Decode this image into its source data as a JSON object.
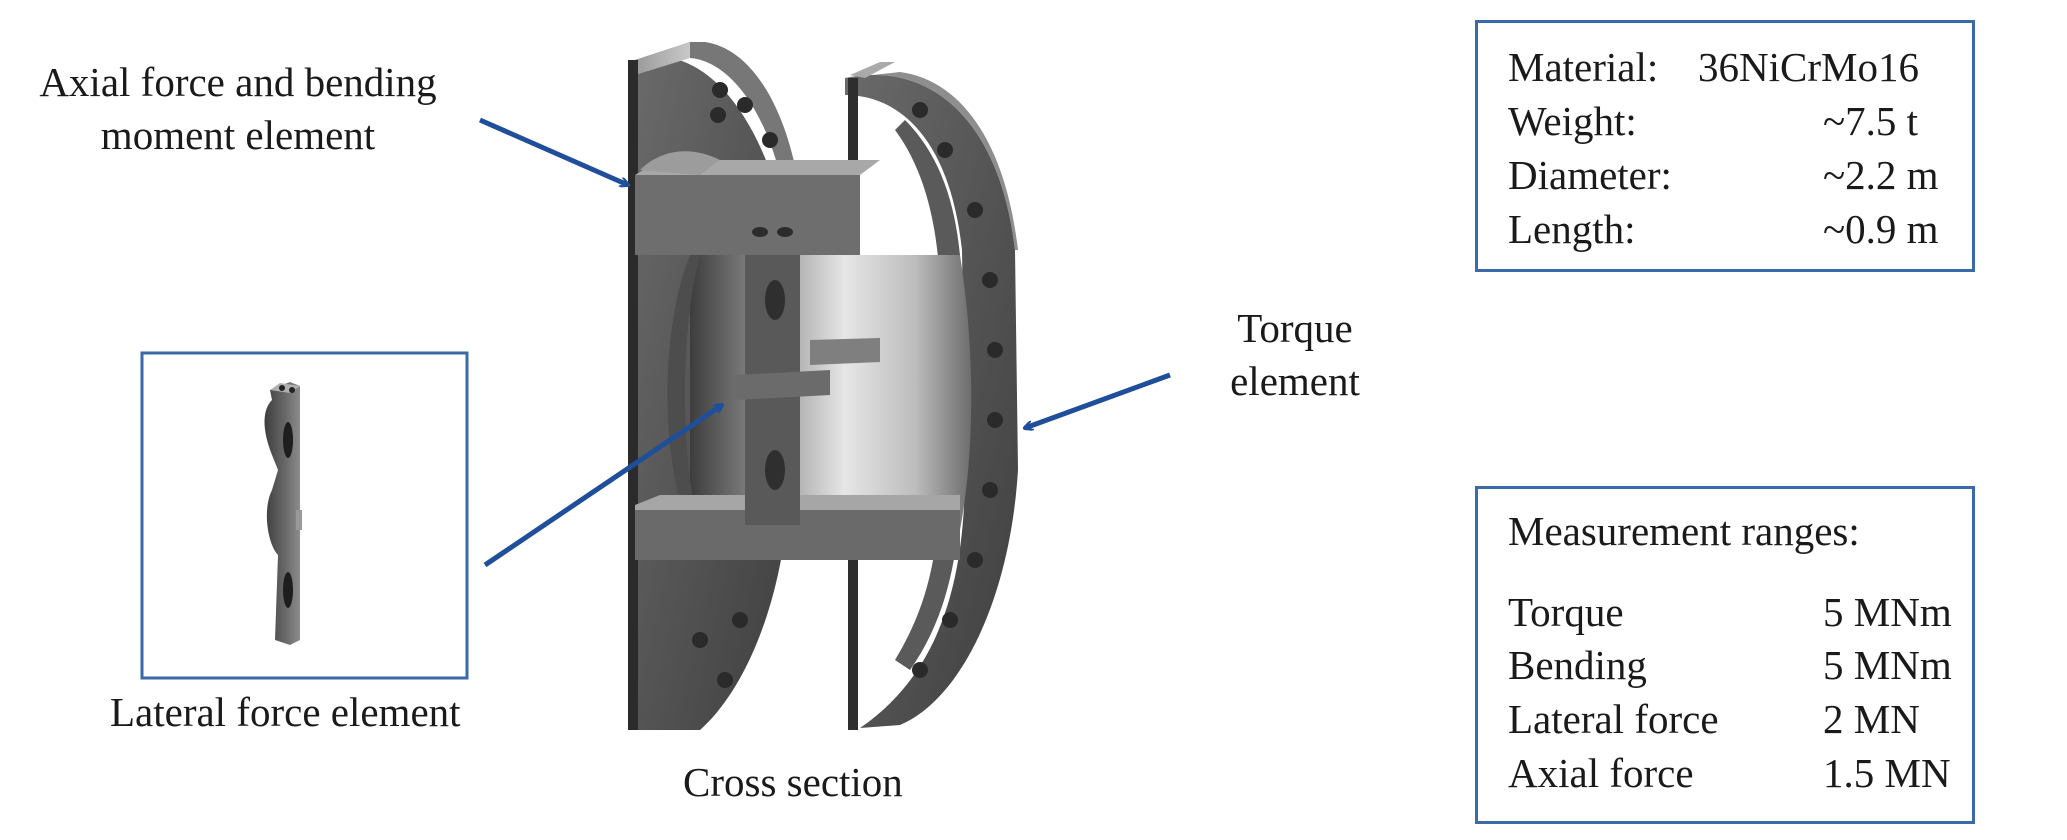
{
  "labels": {
    "axial_line1": "Axial force and bending",
    "axial_line2": "moment element",
    "torque_line1": "Torque",
    "torque_line2": "element",
    "lateral": "Lateral force element",
    "cross_section": "Cross section"
  },
  "specs": {
    "rows": [
      {
        "label": "Material:",
        "value": "36NiCrMo16"
      },
      {
        "label": "Weight:",
        "value": "~7.5 t"
      },
      {
        "label": "Diameter:",
        "value": "~2.2 m"
      },
      {
        "label": "Length:",
        "value": "~0.9 m"
      }
    ]
  },
  "ranges": {
    "title": "Measurement ranges:",
    "rows": [
      {
        "label": "Torque",
        "value": "5 MNm"
      },
      {
        "label": "Bending",
        "value": "5 MNm"
      },
      {
        "label": "Lateral force",
        "value": "2 MN"
      },
      {
        "label": "Axial force",
        "value": "1.5 MN"
      }
    ]
  },
  "colors": {
    "arrow": "#1f4f9a",
    "box_border": "#3a6aa8",
    "steel_dark": "#4a4a4a",
    "steel_light": "#c9c9c9"
  }
}
